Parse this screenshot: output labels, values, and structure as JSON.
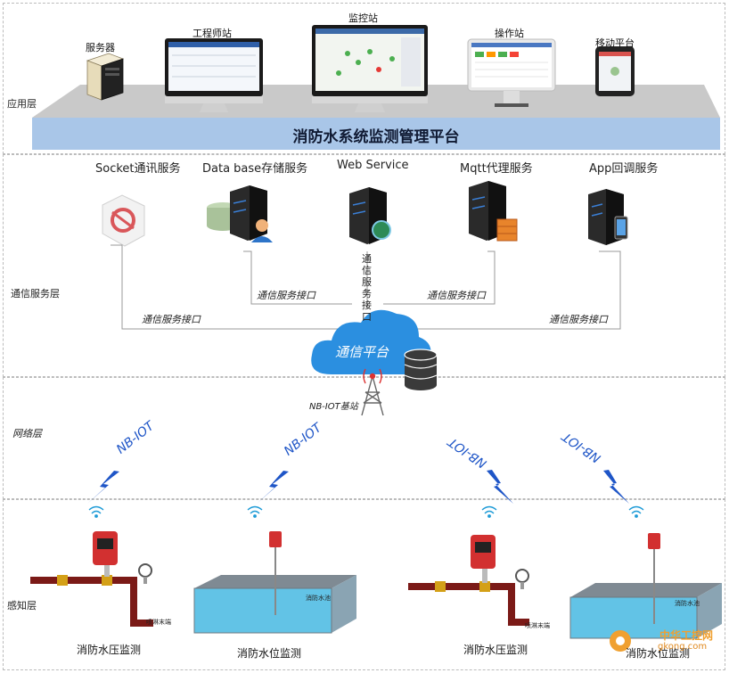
{
  "layers": {
    "application": "应用层",
    "communication": "通信服务层",
    "network": "网络层",
    "perception": "感知层"
  },
  "platform_title": "消防水系统监测管理平台",
  "app_devices": {
    "server": "服务器",
    "engineer": "工程师站",
    "monitor": "监控站",
    "operator": "操作站",
    "mobile": "移动平台"
  },
  "services": {
    "socket": "Socket通讯服务",
    "database": "Data base存储服务",
    "web": "Web Service",
    "mqtt": "Mqtt代理服务",
    "app": "App回调服务"
  },
  "interfaces": {
    "iface_left": "通信服务接口",
    "iface_db": "通信服务接口",
    "iface_web": "通\n信\n服\n务\n接\n口",
    "iface_mqtt": "通信服务接口",
    "iface_right": "通信服务接口"
  },
  "cloud_label": "通信平台",
  "base_station": "NB-IOT基站",
  "network_tags": [
    "NB-IOT",
    "NB-IOT",
    "NB-IOT",
    "NB-IOT"
  ],
  "perception": {
    "pressure_1": "消防水压监测",
    "level_1": "消防水位监测",
    "pressure_2": "消防水压监测",
    "level_2": "消防水位监测",
    "pipe_end": "喷淋末端",
    "pool": "消防水池"
  },
  "watermark": {
    "cn": "中华工控网",
    "url": "gkong.com"
  },
  "colors": {
    "platform_bar": "#a9c6e8",
    "band": "#c8c8c8",
    "cloud": "#2b8fe0",
    "lightning": "#1e55c7",
    "pipe": "#7b1a17",
    "valve": "#d4a017"
  }
}
